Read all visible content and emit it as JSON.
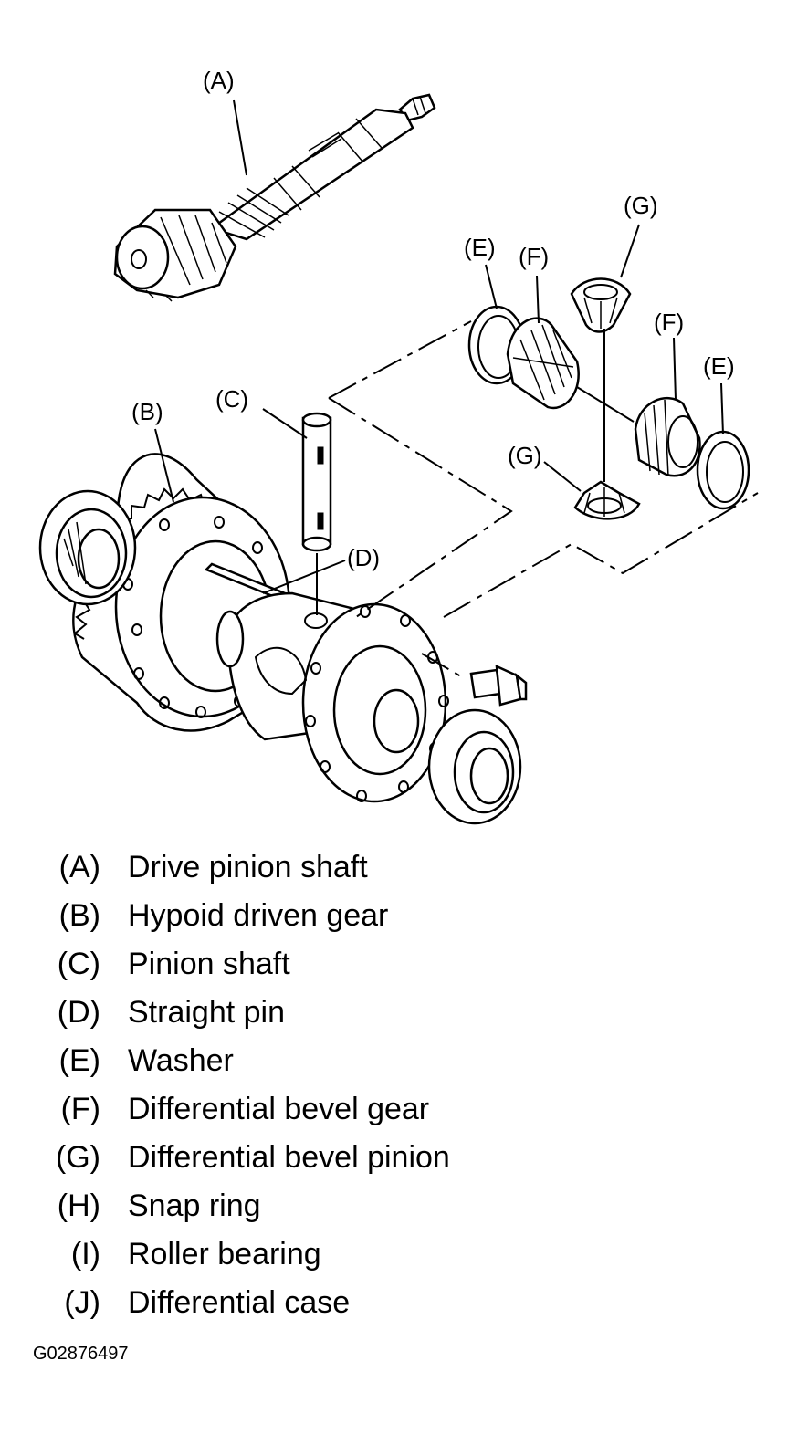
{
  "callouts": {
    "A": "(A)",
    "B": "(B)",
    "C": "(C)",
    "D": "(D)",
    "E_left": "(E)",
    "E_right": "(E)",
    "F_left": "(F)",
    "F_right": "(F)",
    "G_top": "(G)",
    "G_bottom": "(G)"
  },
  "legend": [
    {
      "code": "(A)",
      "description": "Drive pinion shaft"
    },
    {
      "code": "(B)",
      "description": "Hypoid driven gear"
    },
    {
      "code": "(C)",
      "description": "Pinion shaft"
    },
    {
      "code": "(D)",
      "description": "Straight pin"
    },
    {
      "code": "(E)",
      "description": "Washer"
    },
    {
      "code": "(F)",
      "description": "Differential bevel gear"
    },
    {
      "code": "(G)",
      "description": "Differential bevel pinion"
    },
    {
      "code": "(H)",
      "description": "Snap ring"
    },
    {
      "code": "(I)",
      "description": "Roller bearing"
    },
    {
      "code": "(J)",
      "description": "Differential case"
    }
  ],
  "figure_id": "G02876497"
}
